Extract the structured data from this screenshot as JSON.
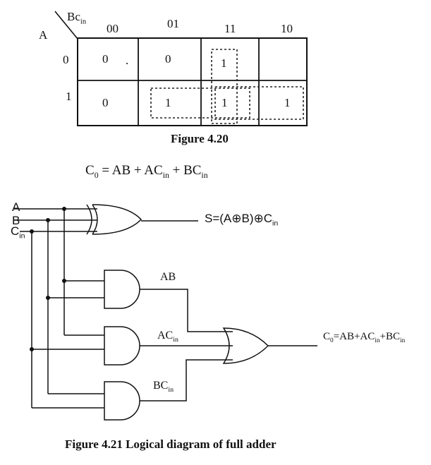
{
  "kmap": {
    "row_var": "A",
    "col_var": "Bc",
    "col_var_sub": "in",
    "col_headers": [
      "00",
      "01",
      "11",
      "10"
    ],
    "row_headers": [
      "0",
      "1"
    ],
    "cells": [
      [
        "0",
        "0",
        "1",
        ""
      ],
      [
        "0",
        "1",
        "1",
        "1"
      ]
    ],
    "stray_dot": "."
  },
  "figure_4_20": {
    "caption": "Figure 4.20"
  },
  "equation": {
    "lhs": "C",
    "lhs_sub": "0",
    "rhs_1": "= AB + AC",
    "rhs_1_sub": "in",
    "rhs_2": " + BC",
    "rhs_2_sub": "in"
  },
  "circuit": {
    "input_a": "A",
    "input_b": "B",
    "input_c": "C",
    "input_c_sub": "in",
    "sum_out_text": "S=(A⊕B)⊕C",
    "sum_out_sub": "in",
    "ab_label": "AB",
    "ac_label": "AC",
    "ac_label_sub": "in",
    "bc_label": "BC",
    "bc_label_sub": "in",
    "carry_out_c": "C",
    "carry_out_c_sub": "0",
    "carry_out_mid": "=AB+AC",
    "carry_out_mid_sub": "in",
    "carry_out_end": "+BC",
    "carry_out_end_sub": "in"
  },
  "figure_4_21": {
    "caption": "Figure 4.21 Logical diagram of full adder"
  }
}
